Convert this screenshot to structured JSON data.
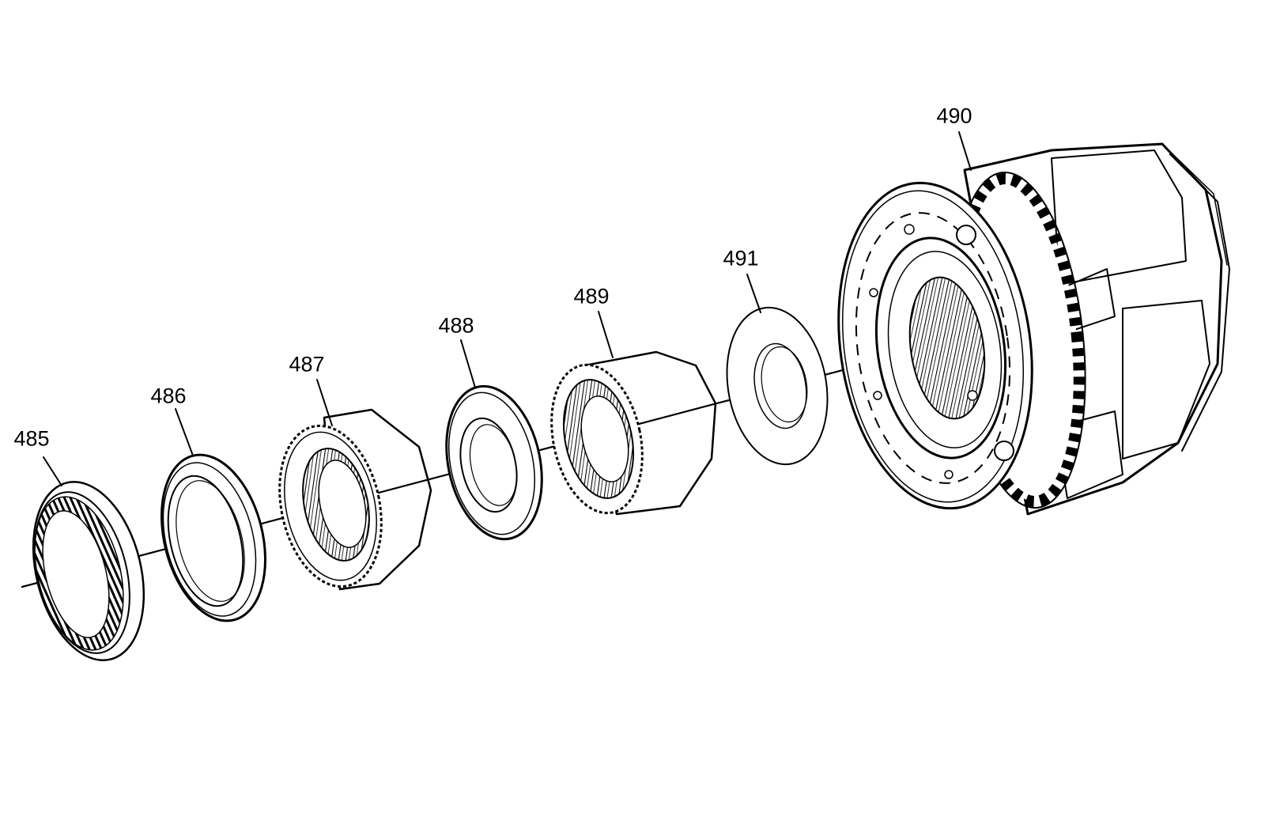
{
  "parts": [
    {
      "id": "part-485",
      "label": "485"
    },
    {
      "id": "part-486",
      "label": "486"
    },
    {
      "id": "part-487",
      "label": "487"
    },
    {
      "id": "part-488",
      "label": "488"
    },
    {
      "id": "part-489",
      "label": "489"
    },
    {
      "id": "part-490",
      "label": "490"
    },
    {
      "id": "part-491",
      "label": "491"
    }
  ],
  "colors": {
    "line": "#000000",
    "background": "#ffffff"
  }
}
